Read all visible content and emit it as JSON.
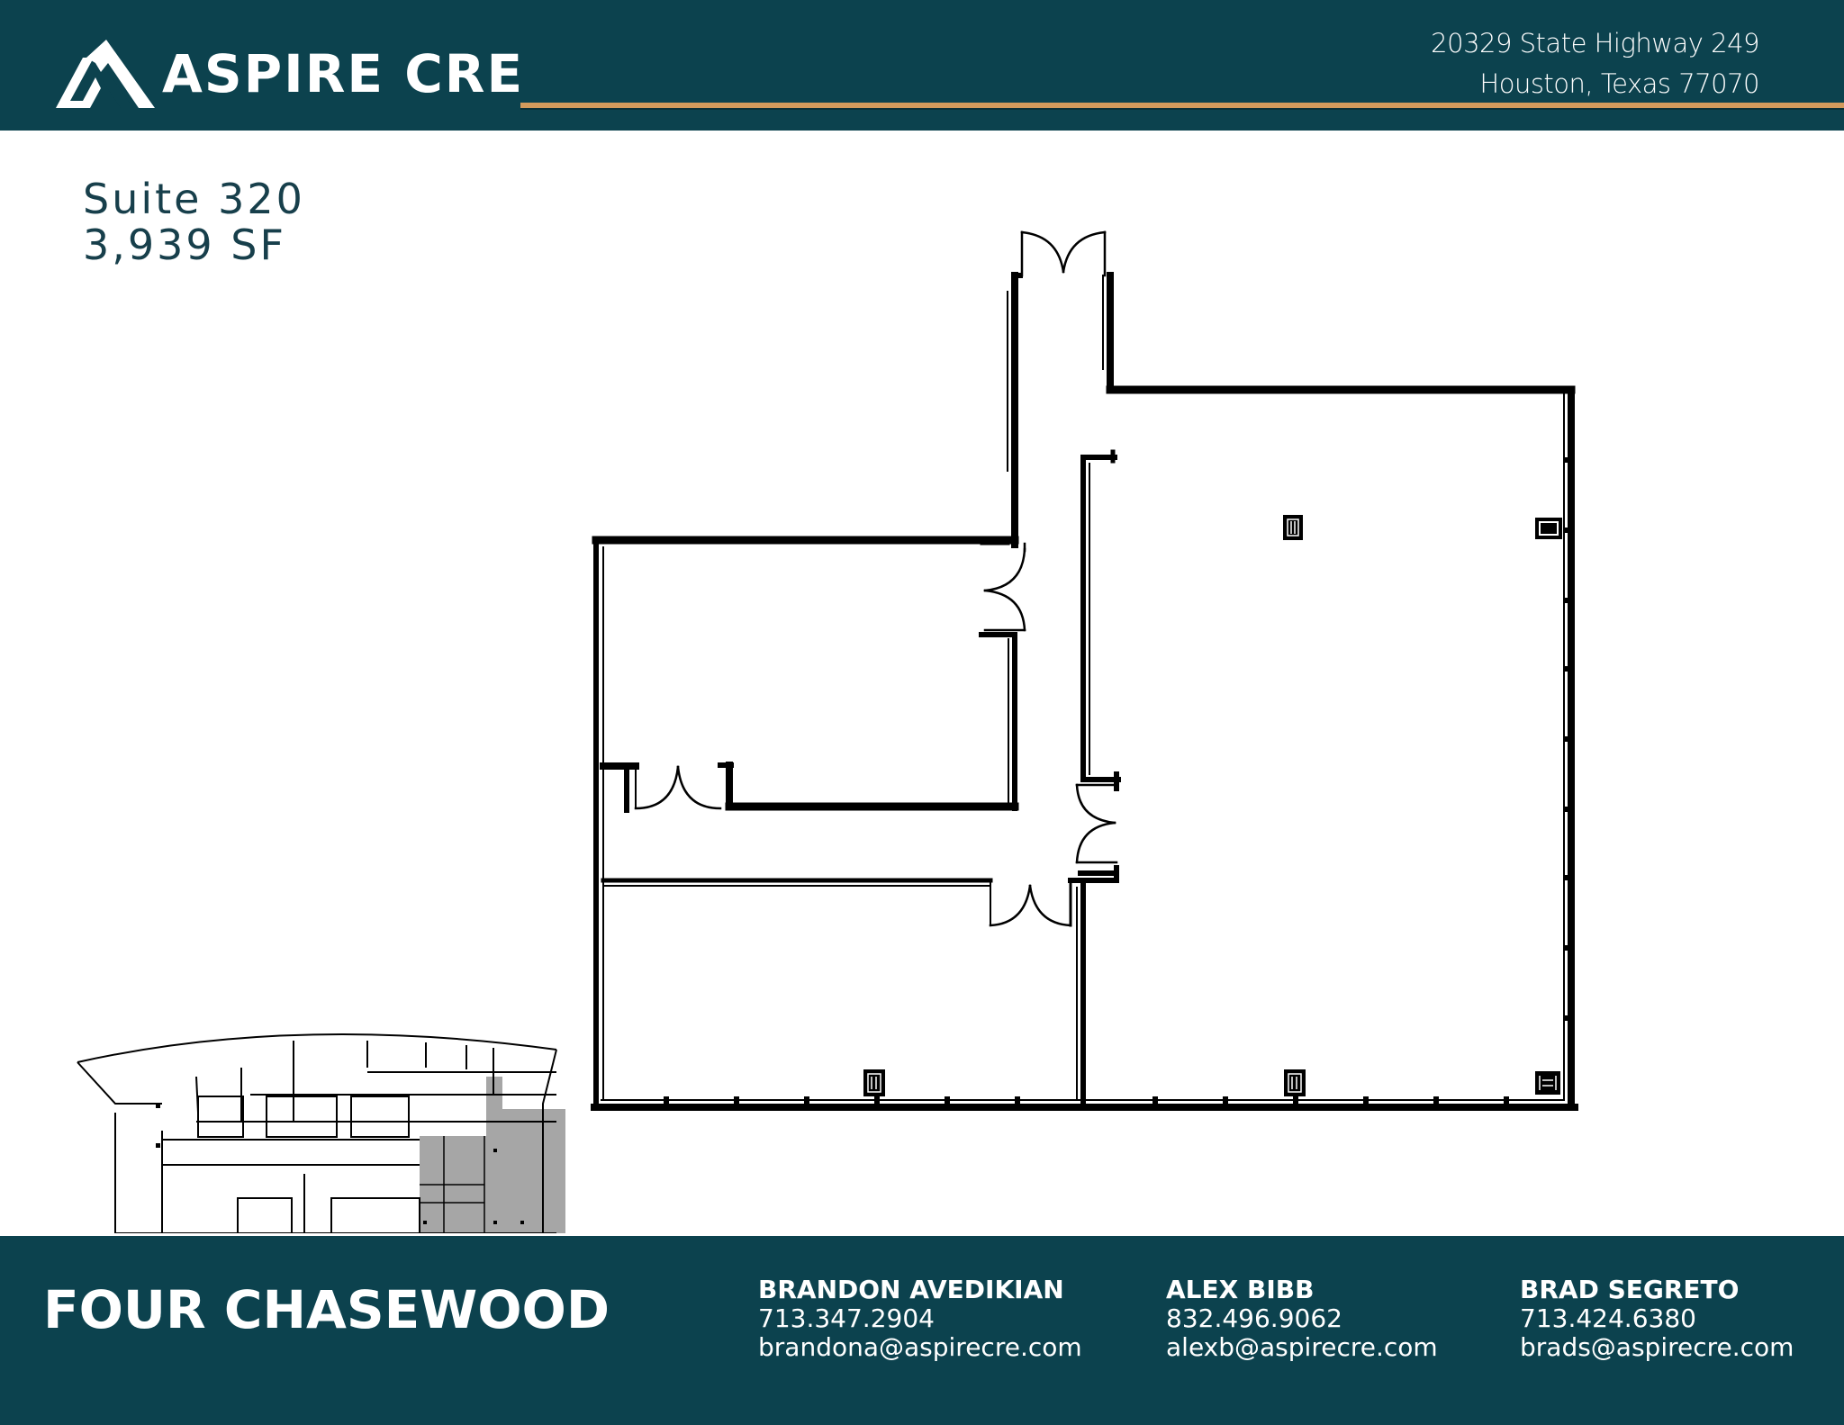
{
  "header": {
    "brand": "ASPIRE CRE",
    "address_line1": "20329 State Highway 249",
    "address_line2": "Houston, Texas 77070",
    "colors": {
      "background": "#0c424e",
      "accent_line": "#d39a5c",
      "text": "#ffffff"
    }
  },
  "suite": {
    "name": "Suite 320",
    "area": "3,939 SF",
    "color": "#173f4b"
  },
  "floor_plan": {
    "description": "Suite 320 floor plan with three rooms, corridor, double doors and columns",
    "icons": [
      "double-door-icon",
      "column-icon",
      "window-mullion-icon"
    ]
  },
  "key_plan": {
    "description": "Full floor key plan with Suite 320 highlighted",
    "highlight_color": "#a6a6a6"
  },
  "footer": {
    "property_name": "FOUR CHASEWOOD",
    "brokers": [
      {
        "name": "BRANDON AVEDIKIAN",
        "phone": "713.347.2904",
        "email": "brandona@aspirecre.com"
      },
      {
        "name": "ALEX BIBB",
        "phone": "832.496.9062",
        "email": "alexb@aspirecre.com"
      },
      {
        "name": "BRAD SEGRETO",
        "phone": "713.424.6380",
        "email": "brads@aspirecre.com"
      }
    ]
  }
}
